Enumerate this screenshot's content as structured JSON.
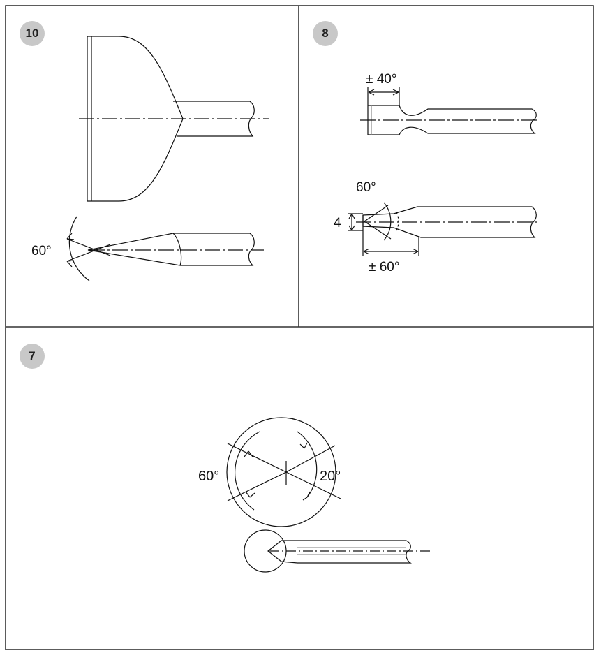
{
  "panels": [
    {
      "number": "10",
      "angle": "60°"
    },
    {
      "number": "8",
      "angle_top": "± 40°",
      "angle_tip": "60°",
      "dimension": "4",
      "angle_bottom": "± 60°"
    },
    {
      "number": "7",
      "angle_left": "60°",
      "angle_right": "20°"
    }
  ],
  "colors": {
    "line": "#111111",
    "badge": "#c8c8c8",
    "border": "#333333"
  }
}
